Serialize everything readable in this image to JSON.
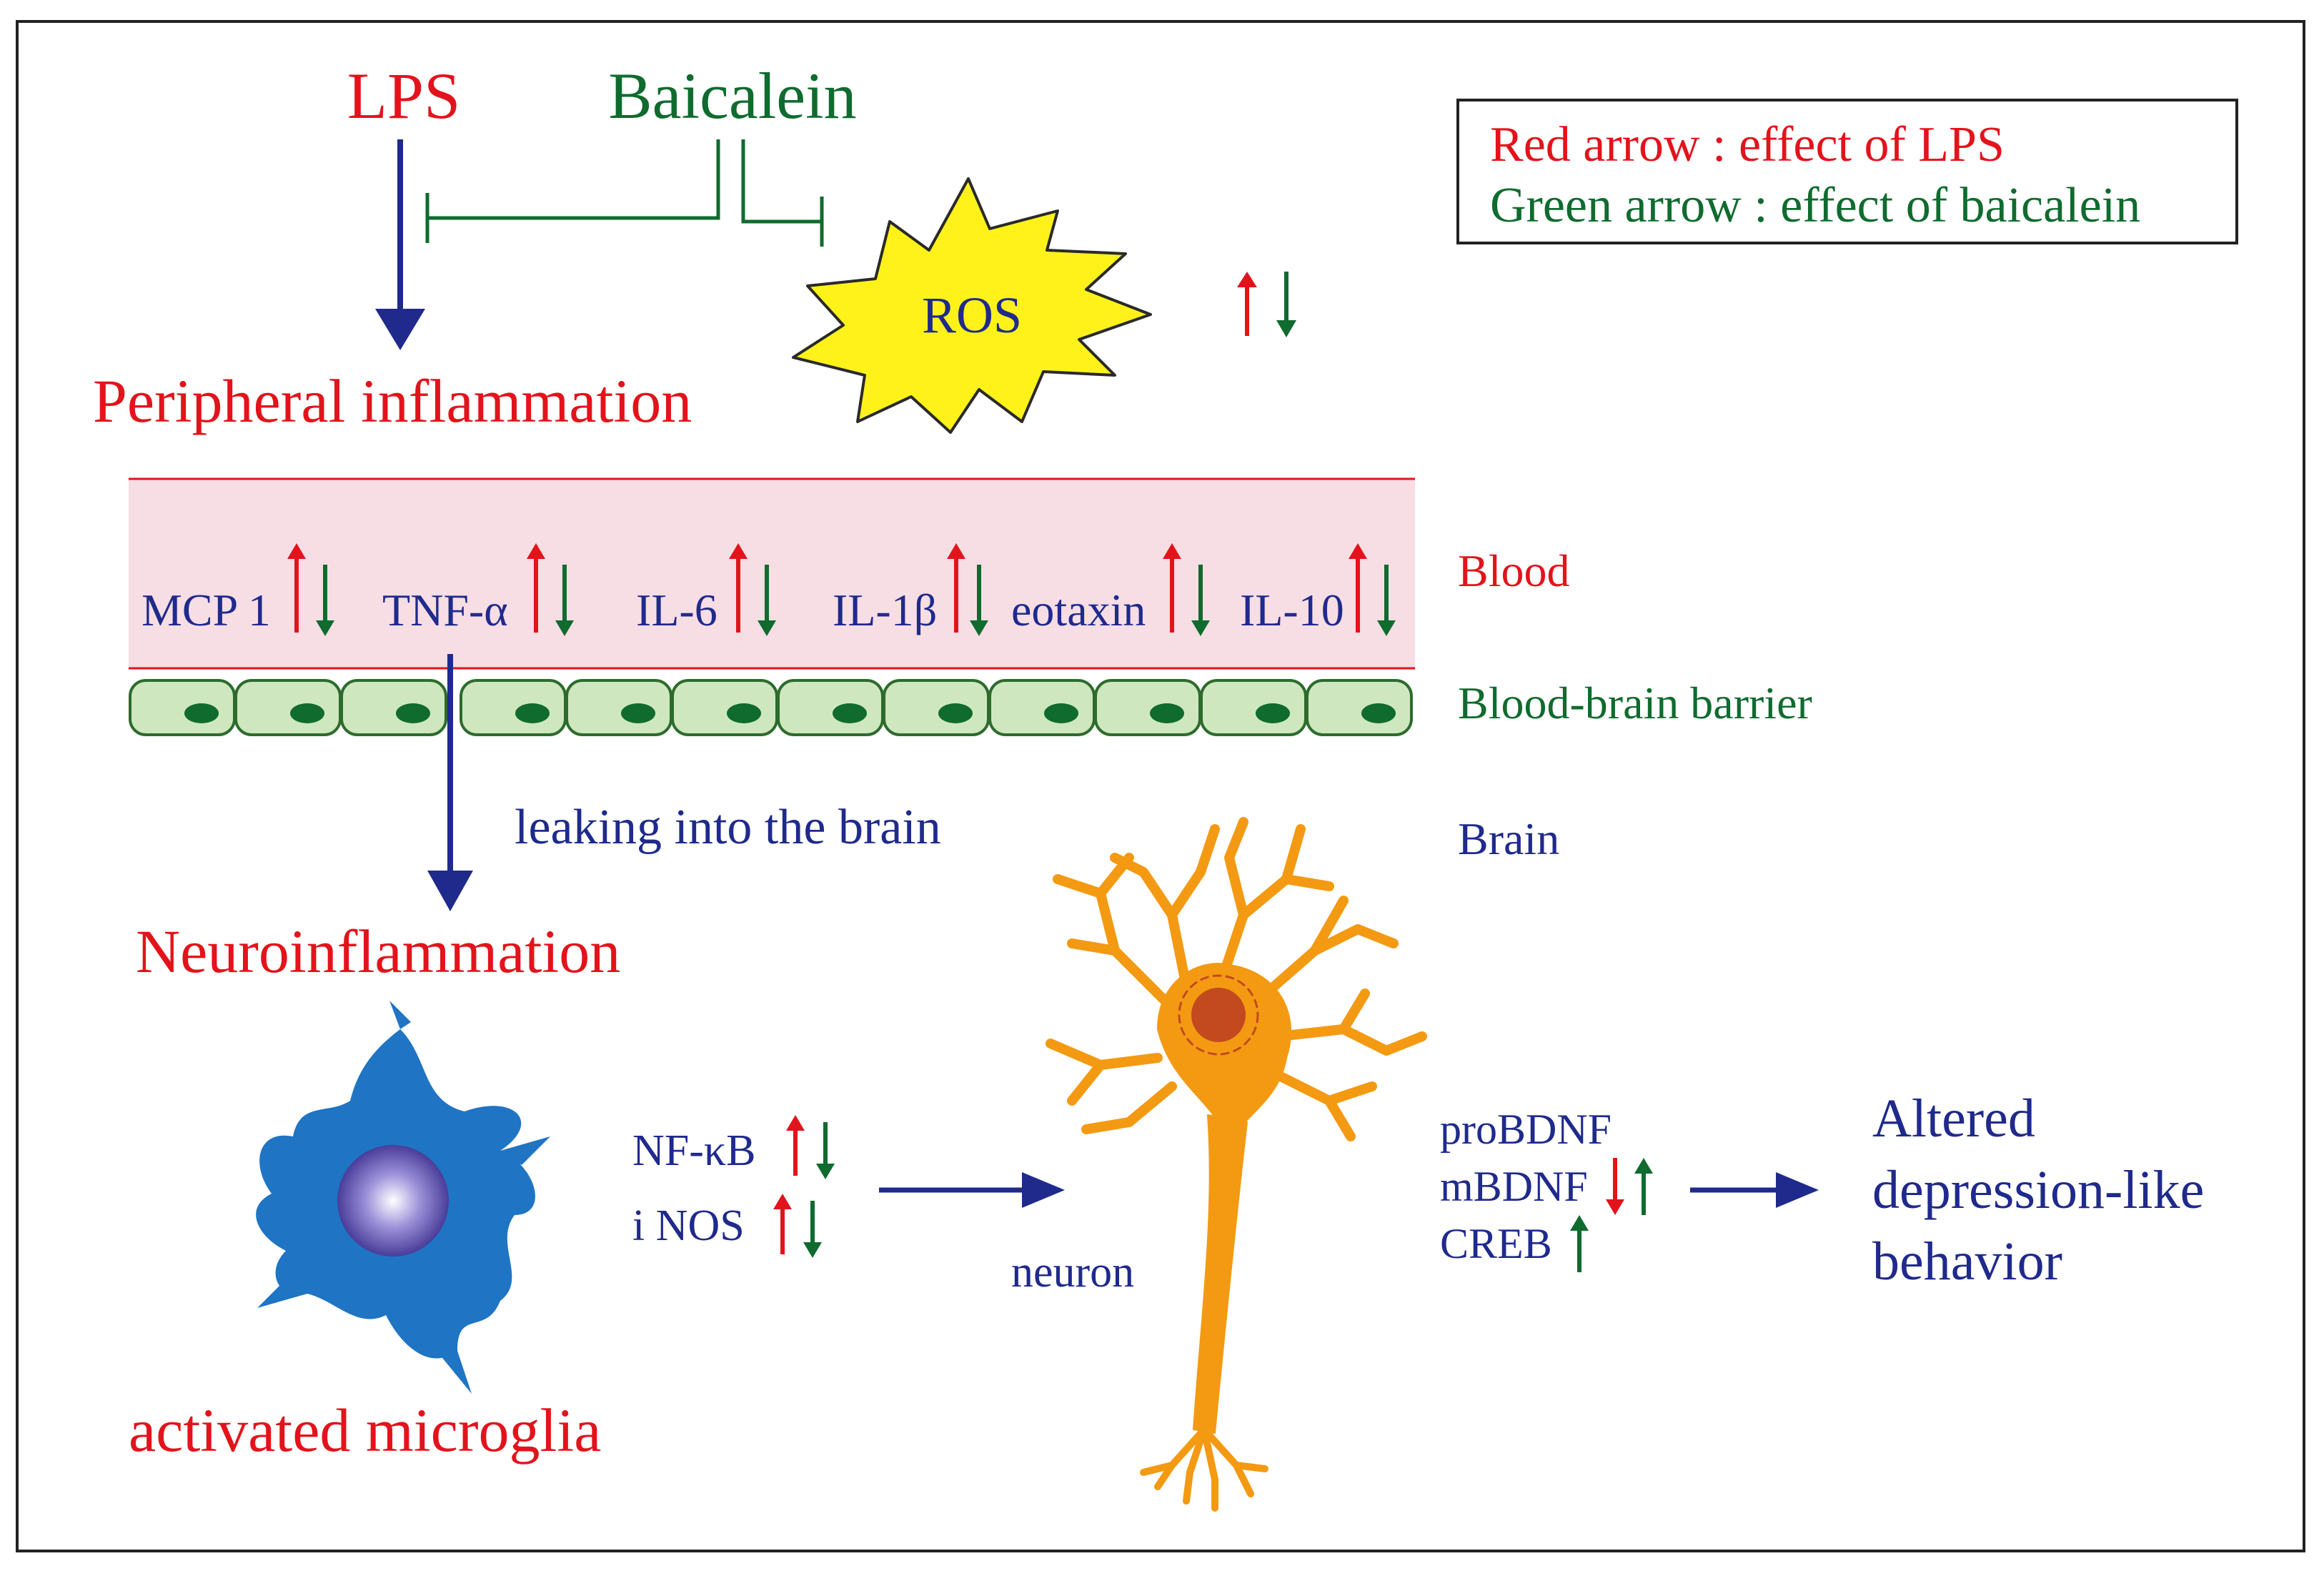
{
  "colors": {
    "red": "#e3131b",
    "green": "#0f6b2e",
    "navy": "#1f2a8c",
    "pink_band": "#f7dde4",
    "cell_fill": "#cfe7bf",
    "cell_stroke": "#2d6b2d",
    "nucleus": "#0f6b2e",
    "ros_fill": "#fff21a",
    "neuron": "#f39a12",
    "neuron_nucleus": "#c24a1e",
    "microglia": "#1f74c4"
  },
  "top": {
    "lps": "LPS",
    "baicalein": "Baicalein",
    "ros": "ROS",
    "peripheral": "Peripheral inflammation"
  },
  "legend": {
    "red_line": "Red arrow : effect of LPS",
    "green_line": "Green arrow : effect of baicalein"
  },
  "blood": {
    "cytokines": [
      {
        "name": "MCP 1"
      },
      {
        "name": "TNF-α"
      },
      {
        "name": "IL-6"
      },
      {
        "name": "IL-1β"
      },
      {
        "name": "eotaxin"
      },
      {
        "name": "IL-10"
      }
    ]
  },
  "regions": {
    "blood": "Blood",
    "bbb": "Blood-brain barrier",
    "brain": "Brain"
  },
  "brain": {
    "leaking": "leaking into the brain",
    "neuroinflammation": "Neuroinflammation",
    "microglia_label": "activated microglia",
    "nfkb": "NF-κB",
    "inos": "i NOS",
    "neuron_label": "neuron",
    "probdnf": "proBDNF",
    "mbdnf": "mBDNF",
    "creb": "CREB",
    "outcome_line1": "Altered",
    "outcome_line2": "depression-like",
    "outcome_line3": "behavior"
  },
  "icons": [
    "up-red-arrow",
    "down-green-arrow",
    "inhibition-bar",
    "ros-star",
    "microglia-cell",
    "neuron-cell"
  ]
}
